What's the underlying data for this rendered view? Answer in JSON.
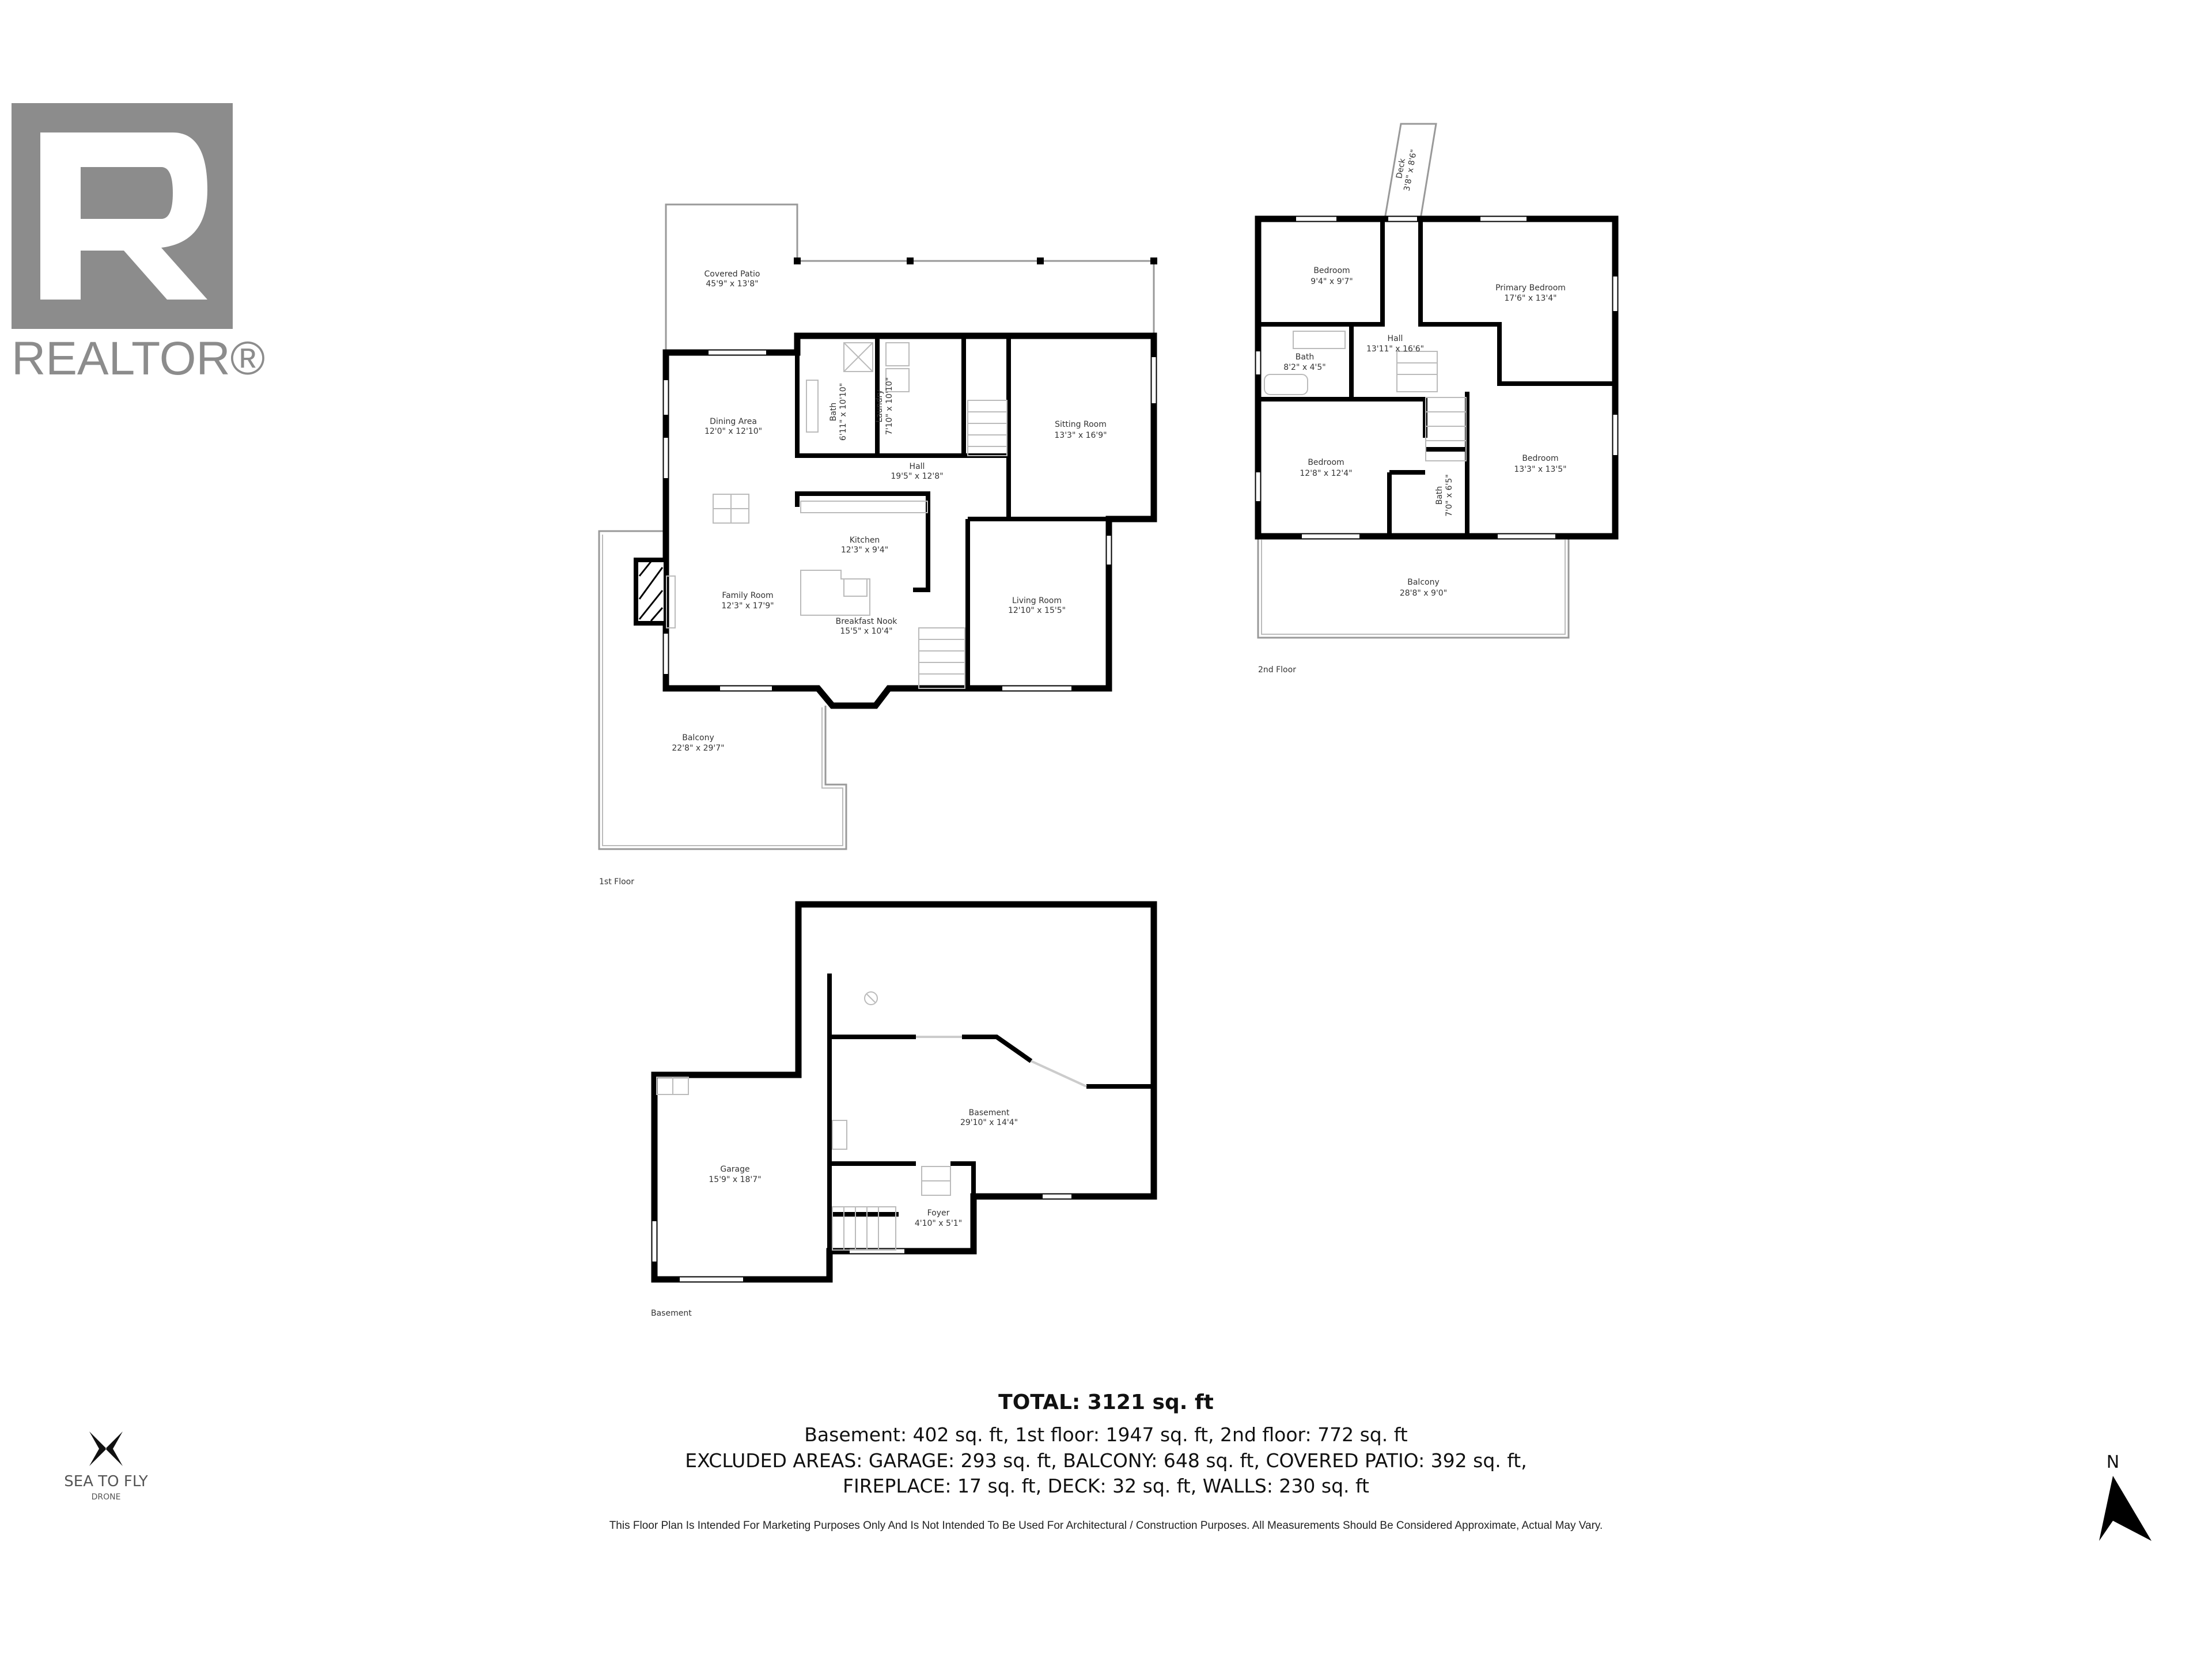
{
  "branding": {
    "realtor_logo_text": "REALTOR®",
    "drone_logo_text": "SEA TO FLY",
    "drone_logo_subtext": "DRONE",
    "colors": {
      "realtor_gray": "#8c8c8c",
      "wall": "#000000"
    }
  },
  "first_floor": {
    "caption": "1st Floor",
    "rooms": [
      {
        "name": "Covered Patio",
        "size": "45'9\" x 13'8\""
      },
      {
        "name": "Dining Area",
        "size": "12'0\" x 12'10\""
      },
      {
        "name": "Bath",
        "size": "6'11\" x 10'10\""
      },
      {
        "name": "Laundry",
        "size": "7'10\" x 10'10\""
      },
      {
        "name": "Hall",
        "size": "19'5\" x 12'8\""
      },
      {
        "name": "Sitting Room",
        "size": "13'3\" x 16'9\""
      },
      {
        "name": "Kitchen",
        "size": "12'3\" x 9'4\""
      },
      {
        "name": "Family Room",
        "size": "12'3\" x 17'9\""
      },
      {
        "name": "Breakfast Nook",
        "size": "15'5\" x 10'4\""
      },
      {
        "name": "Living Room",
        "size": "12'10\" x 15'5\""
      },
      {
        "name": "Balcony",
        "size": "22'8\" x 29'7\""
      }
    ]
  },
  "second_floor": {
    "caption": "2nd Floor",
    "rooms": [
      {
        "name": "Deck",
        "size": "3'8\" x 8'6\""
      },
      {
        "name": "Bedroom",
        "size": "9'4\" x 9'7\""
      },
      {
        "name": "Primary Bedroom",
        "size": "17'6\" x 13'4\""
      },
      {
        "name": "Hall",
        "size": "13'11\" x 16'6\""
      },
      {
        "name": "Bath",
        "size": "8'2\" x 4'5\""
      },
      {
        "name": "Bedroom",
        "size": "12'8\" x 12'4\""
      },
      {
        "name": "Bedroom",
        "size": "13'3\" x 13'5\""
      },
      {
        "name": "Bath",
        "size": "7'0\" x 6'5\""
      },
      {
        "name": "Balcony",
        "size": "28'8\" x 9'0\""
      }
    ]
  },
  "basement": {
    "caption": "Basement",
    "rooms": [
      {
        "name": "Basement",
        "size": "29'10\" x 14'4\""
      },
      {
        "name": "Garage",
        "size": "15'9\" x 18'7\""
      },
      {
        "name": "Foyer",
        "size": "4'10\" x 5'1\""
      }
    ]
  },
  "summary": {
    "total": "TOTAL: 3121 sq. ft",
    "line1": "Basement: 402 sq. ft, 1st floor: 1947 sq. ft, 2nd floor: 772 sq. ft",
    "line2": "EXCLUDED AREAS: GARAGE: 293 sq. ft, BALCONY: 648 sq. ft, COVERED PATIO: 392 sq. ft,",
    "line3": "FIREPLACE: 17 sq. ft, DECK: 32 sq. ft, WALLS: 230 sq. ft",
    "disclaimer": "This Floor Plan Is Intended For Marketing Purposes Only And Is Not Intended To Be Used For Architectural / Construction Purposes. All Measurements Should Be Considered Approximate, Actual May Vary."
  },
  "compass": {
    "label": "N",
    "icon": "north-arrow-icon"
  }
}
